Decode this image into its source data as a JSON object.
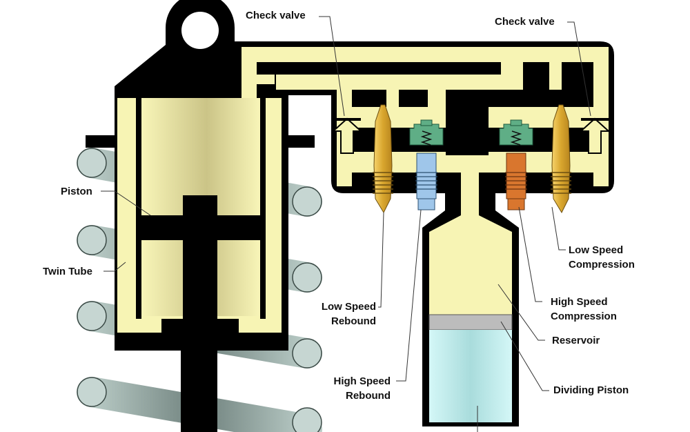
{
  "labels": {
    "check_valve_left": "Check valve",
    "check_valve_right": "Check valve",
    "piston": "Piston",
    "twin_tube": "Twin Tube",
    "low_speed_rebound": [
      "Low Speed",
      "Rebound"
    ],
    "high_speed_rebound": [
      "High Speed",
      "Rebound"
    ],
    "low_speed_compression": [
      "Low Speed",
      "Compression"
    ],
    "high_speed_compression": [
      "High Speed",
      "Compression"
    ],
    "reservoir": "Reservoir",
    "dividing_piston": "Dividing Piston"
  },
  "colors": {
    "body": "#000000",
    "oil": "#f7f4b4",
    "gas": "#c9f4f4",
    "dividing_piston": "#bcbcbc",
    "needle_gold": "#e2b53a",
    "shim_green": "#5fae86",
    "valve_blue": "#9fc6ea",
    "valve_orange": "#d9762e",
    "spring_coil": "#aebfbb"
  }
}
